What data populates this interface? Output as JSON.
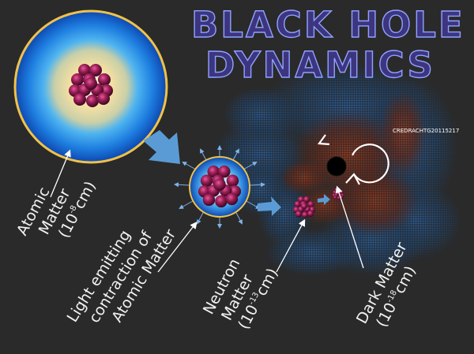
{
  "title": {
    "line1": "BLACK HOLE",
    "line2": "DYNAMICS"
  },
  "credit": "CREDRACHTG20115217",
  "labels": {
    "atomic": {
      "line1": "Atomic",
      "line2": "Matter",
      "line3_open": "(10",
      "line3_exp": "-8",
      "line3_close": "cm)"
    },
    "light": {
      "line1": "Light emitting",
      "line2": "contraction of",
      "line3": "Atomic  Matter"
    },
    "neutron": {
      "line1": "Neutron",
      "line2": "Matter",
      "line3_open": "(10",
      "line3_exp": "-13",
      "line3_close": "cm)"
    },
    "dark": {
      "line1": "Dark  Matter",
      "line2_open": "(10",
      "line2_exp": "-18",
      "line2_close": "cm)"
    }
  },
  "colors": {
    "background": "#2a2a2a",
    "title_fill": "#3d3580",
    "title_outline": "#8fa2ff",
    "atom_blue": "#1e6fd6",
    "atom_ring": "#f0c24a",
    "nucleus": "#8b1a4a",
    "swirl_blue": "#1b4f8a",
    "swirl_red": "#8b2a12",
    "arrow_blue": "#5b9bd5"
  },
  "icons": {
    "rotation": "circular-arrow-icon",
    "flow": "block-arrow-icon",
    "pointer": "line-arrow-icon",
    "ray": "ray-arrow-icon"
  }
}
